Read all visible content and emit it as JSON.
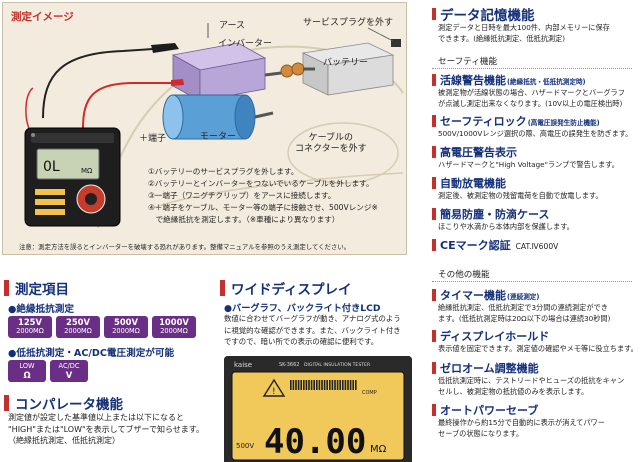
{
  "illustration": {
    "title": "測定イメージ",
    "labels": {
      "arsu": "アース",
      "service_plug": "サービスプラグを外す",
      "inverter": "インバーター",
      "battery": "バッテリー",
      "motor": "モーター",
      "plus_terminal": "＋端子",
      "cable_l1": "ケーブルの",
      "cable_l2": "コネクターを外す"
    },
    "steps": [
      "①バッテリーのサービスプラグを外します。",
      "②バッテリーとインバーターをつないでいるケーブルを外します。",
      "③一端子（ワニグチクリップ）をアースに接続します。",
      "④＋端子をケーブル、モーター等の端子に接触させ、500Vレンジ※",
      "　で絶縁抵抗を測定します。（※車種により異なります）"
    ],
    "note": "注意：測定方法を誤るとインバーターを破壊する恐れがあります。整備マニュアルを参照のうえ測定してください。",
    "meter": {
      "reading": "0L",
      "unit": "MΩ"
    }
  },
  "measure": {
    "title": "測定項目",
    "insulation_title": "●絶縁抵抗測定",
    "insulation_ranges": [
      {
        "volt": "125V",
        "range": "2000MΩ"
      },
      {
        "volt": "250V",
        "range": "2000MΩ"
      },
      {
        "volt": "500V",
        "range": "2000MΩ"
      },
      {
        "volt": "1000V",
        "range": "2000MΩ"
      }
    ],
    "low_title": "●低抵抗測定・AC/DC電圧測定が可能",
    "low_buttons": [
      {
        "top": "LOW",
        "bottom": "Ω"
      },
      {
        "top": "AC/DC",
        "bottom": "V"
      }
    ]
  },
  "comparator": {
    "title": "コンパレータ機能",
    "lines": [
      "測定値が設定した基準値以上または以下になると",
      "\"HIGH\"または\"LOW\"を表示してブザーで知らせます。",
      "（絶縁抵抗測定、低抵抗測定）"
    ]
  },
  "wide_display": {
    "title": "ワイドディスプレイ",
    "subtitle": "●バーグラフ、バックライト付きLCD",
    "lines": [
      "数値に合わせてバーグラフが動き、アナログ式のよう",
      "に視覚的な確認ができます。また、バックライト付き",
      "ですので、暗い所での表示の確認に便利です。"
    ],
    "lcd": {
      "brand": "kaise",
      "model": "SK-3662",
      "caption": "DIGITAL INSULATION TESTER",
      "comp_label": "COMP",
      "range": "500V",
      "digits": "40.00",
      "unit": "MΩ"
    }
  },
  "right": {
    "data_memory": {
      "title": "データ記憶機能",
      "lines": [
        "測定データと日時を最大100件、内部メモリーに保存",
        "できます。(絶縁抵抗測定、低抵抗測定)"
      ]
    },
    "safety_label": "セーフティ機能",
    "live_warning": {
      "title": "活線警告機能",
      "note": "(絶縁抵抗・低抵抗測定時)",
      "lines": [
        "被測定物が活線状態の場合、ハザードマークとバーグラフ",
        "が点滅し測定出来なくなります。(10V以上の電圧検出時)"
      ]
    },
    "safety_lock": {
      "title": "セーフティロック",
      "note": "(高電圧誤発生防止機能)",
      "lines": [
        "500V/1000Vレンジ選択の際、高電圧の誤発生を防ぎます。"
      ]
    },
    "hv_warning": {
      "title": "高電圧警告表示",
      "lines": [
        "ハザードマークと\"High Voltage\"ランプで警告します。"
      ]
    },
    "auto_discharge": {
      "title": "自動放電機能",
      "lines": [
        "測定後、被測定物の残留電荷を自動で放電します。"
      ]
    },
    "dust_water": {
      "title": "簡易防塵・防滴ケース",
      "lines": [
        "ほこりや水滴から本体内部を保護します。"
      ]
    },
    "ce": {
      "title": "CEマーク認証",
      "cat": "CAT.Ⅳ600V"
    },
    "other_label": "その他の機能",
    "timer": {
      "title": "タイマー機能",
      "note": "(連続測定)",
      "lines": [
        "絶縁抵抗測定、低抵抗測定で3分間の連続測定ができ",
        "ます。(低抵抗測定時は20Ω以下の場合は連続30秒間)"
      ]
    },
    "display_hold": {
      "title": "ディスプレイホールド",
      "lines": [
        "表示値を固定できます。測定値の確認やメモ等に役立ちます。"
      ]
    },
    "zero_ohm": {
      "title": "ゼロオーム調整機能",
      "lines": [
        "低抵抗測定時に、テストリードやヒューズの抵抗をキャン",
        "セルし、被測定物の抵抗値のみを表示します。"
      ]
    },
    "auto_power": {
      "title": "オートパワーセーブ",
      "lines": [
        "最終操作から約15分で自動的に表示が消えてパワー",
        "セーブの状態になります。"
      ]
    }
  }
}
